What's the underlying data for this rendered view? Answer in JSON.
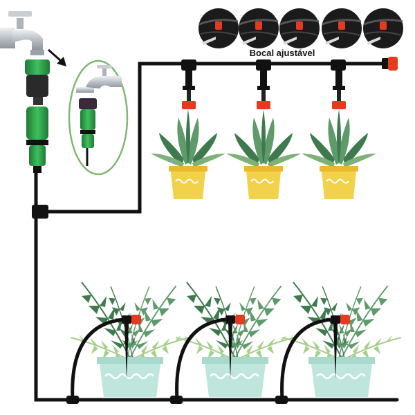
{
  "caption": "Bocal ajustável",
  "colors": {
    "tube": "#111111",
    "tap_metal": "#c9ced3",
    "adapter_green": "#2e9e4a",
    "dripper_red": "#e53a1f",
    "leaf_dark": "#3f7a4f",
    "leaf_light": "#a6cf8a",
    "pot_yellow": "#f2d24a",
    "pot_mint": "#bfe6dc",
    "inset_border": "#7fb870"
  },
  "icons": [
    "water-tap-icon",
    "arrow-icon",
    "nozzle-photo-icon",
    "dripper-icon",
    "potted-plant-icon"
  ],
  "nozzle_photo_count": 5,
  "top_plant_count": 3,
  "bottom_plant_count": 3
}
